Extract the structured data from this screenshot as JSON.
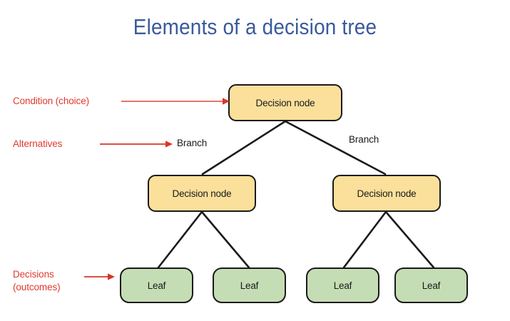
{
  "slide": {
    "title": "Elements of a decision tree",
    "title_color": "#3a5a9b",
    "background": "#ffffff"
  },
  "colors": {
    "decision_fill": "#fbe09b",
    "leaf_fill": "#c5ddb4",
    "node_border": "#1a1a1a",
    "annotation_red": "#e03a2f",
    "arrow_red": "#e8736a",
    "edge_black": "#1a1a1a"
  },
  "diagram": {
    "type": "decision-tree",
    "nodes": [
      {
        "id": "root",
        "label": "Decision node",
        "kind": "decision",
        "level": 0
      },
      {
        "id": "mid-left",
        "label": "Decision node",
        "kind": "decision",
        "level": 1
      },
      {
        "id": "mid-right",
        "label": "Decision node",
        "kind": "decision",
        "level": 1
      },
      {
        "id": "leaf-1",
        "label": "Leaf",
        "kind": "leaf",
        "level": 2
      },
      {
        "id": "leaf-2",
        "label": "Leaf",
        "kind": "leaf",
        "level": 2
      },
      {
        "id": "leaf-3",
        "label": "Leaf",
        "kind": "leaf",
        "level": 2
      },
      {
        "id": "leaf-4",
        "label": "Leaf",
        "kind": "leaf",
        "level": 2
      }
    ],
    "edges": [
      {
        "from": "root",
        "to": "mid-left"
      },
      {
        "from": "root",
        "to": "mid-right"
      },
      {
        "from": "mid-left",
        "to": "leaf-1"
      },
      {
        "from": "mid-left",
        "to": "leaf-2"
      },
      {
        "from": "mid-right",
        "to": "leaf-3"
      },
      {
        "from": "mid-right",
        "to": "leaf-4"
      }
    ],
    "branch_labels": [
      {
        "id": "branch-left",
        "label": "Branch"
      },
      {
        "id": "branch-right",
        "label": "Branch"
      }
    ],
    "annotations": [
      {
        "id": "condition",
        "label": "Condition (choice)",
        "points_to": "root"
      },
      {
        "id": "alternatives",
        "label": "Alternatives",
        "points_to": "branch-left"
      },
      {
        "id": "decisions",
        "label": "Decisions\n(outcomes)",
        "points_to": "leaf-1"
      }
    ]
  }
}
